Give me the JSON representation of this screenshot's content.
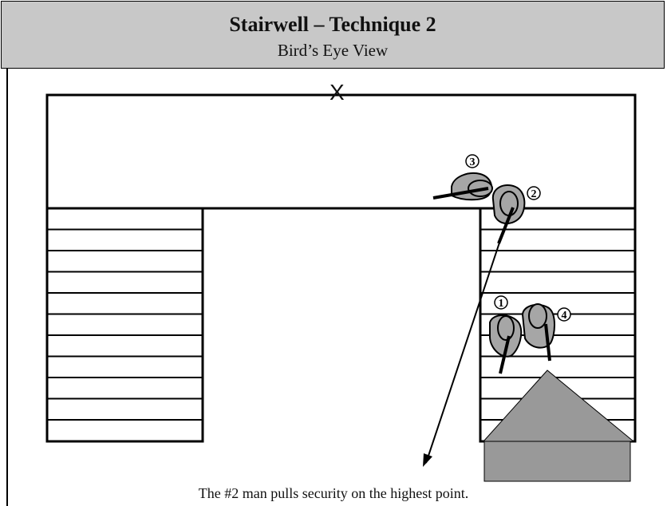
{
  "header": {
    "title": "Stairwell – Technique 2",
    "subtitle": "Bird’s Eye View"
  },
  "diagram": {
    "mark_x": "X",
    "men": [
      {
        "label": "1"
      },
      {
        "label": "2"
      },
      {
        "label": "3"
      },
      {
        "label": "4"
      }
    ],
    "colors": {
      "figure_fill": "#a6a6a6",
      "arrow_fill": "#999999",
      "header_fill": "#c8c8c8"
    }
  },
  "caption": "The #2 man pulls security on the highest point."
}
